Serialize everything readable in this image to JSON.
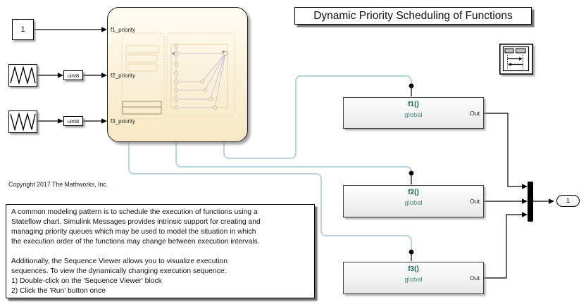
{
  "title_box": {
    "label": "Dynamic Priority Scheduling of Functions"
  },
  "chart": {
    "input_ports": [
      {
        "label": "f1_priority"
      },
      {
        "label": "f2_priority"
      },
      {
        "label": "f3_priority"
      }
    ]
  },
  "blocks": {
    "constant": {
      "value": "1"
    },
    "data_type_converters": [
      {
        "label": "uint8"
      },
      {
        "label": "uint8"
      }
    ],
    "functions": [
      {
        "name": "f1()",
        "scope": "global",
        "out_port": "Out"
      },
      {
        "name": "f2()",
        "scope": "global",
        "out_port": "Out"
      },
      {
        "name": "f3()",
        "scope": "global",
        "out_port": "Out"
      }
    ],
    "outport": {
      "label": "1"
    }
  },
  "annotations": {
    "copyright": "Copyright 2017 The Mathworks, Inc.",
    "description_lines": [
      "A common modeling pattern is to schedule the execution of functions using a",
      "Stateflow chart. Simulink Messages provides intrinsic support for creating and",
      "managing priority queues which may be used to model the situation in which",
      "the execution order of the functions may change between execution intervals.",
      "",
      "Additionally, the Sequence Viewer allows you to visualize execution",
      "sequences. To view the dynamically changing execution sequence:",
      "1) Double-click on the 'Sequence Viewer' block",
      "2) Click the 'Run' button once"
    ]
  },
  "icons": {
    "generator1": "triangle-wave-icon",
    "generator2": "triangle-wave-icon",
    "sequence_viewer": "sequence-viewer-icon",
    "chart_preview": "stateflow-preview-icon"
  },
  "colors": {
    "function_call_line": "#A9D1D7",
    "wire": "#000000",
    "chart_fill_top": "#FFFDF4",
    "chart_fill_bottom": "#F7E9C5",
    "function_name_text": "#156058",
    "scope_text": "#4E8D7E"
  }
}
